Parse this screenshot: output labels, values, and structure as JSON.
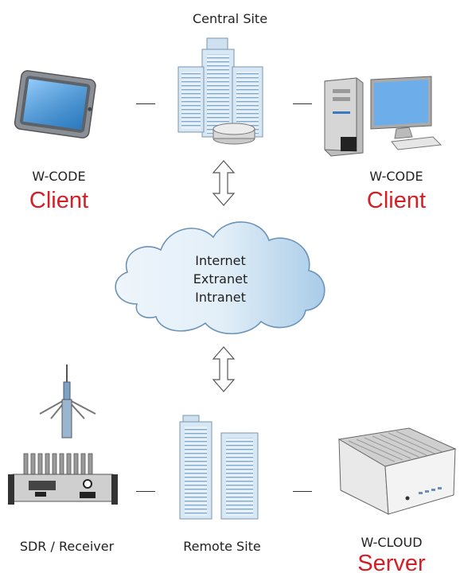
{
  "central_site": {
    "label": "Central Site"
  },
  "client_left": {
    "product": "W-CODE",
    "role": "Client"
  },
  "client_right": {
    "product": "W-CODE",
    "role": "Client"
  },
  "cloud": {
    "lines": [
      "Internet",
      "Extranet",
      "Intranet"
    ]
  },
  "sdr": {
    "label": "SDR / Receiver"
  },
  "remote_site": {
    "label": "Remote Site"
  },
  "server": {
    "product": "W-CLOUD",
    "role": "Server"
  },
  "colors": {
    "accent": "#d32027",
    "cloud_fill": "#cfe3f3",
    "building": "#c9dff0"
  }
}
